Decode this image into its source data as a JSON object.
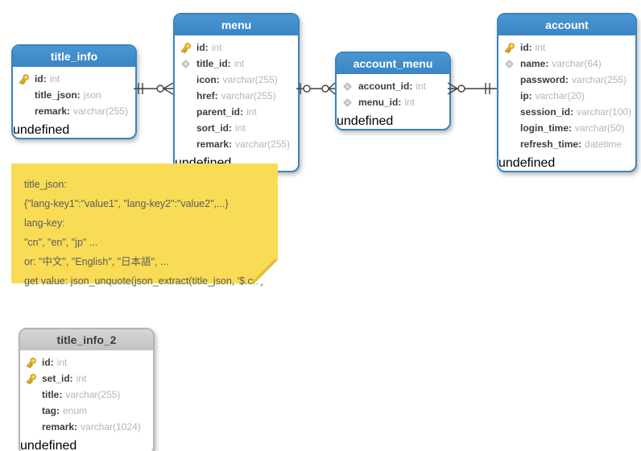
{
  "colors": {
    "table_header_blue": "#3d8ac6",
    "table_border_blue": "#3a84bf",
    "table_header_gray": "#c9c9c9",
    "table_border_gray": "#b5b5b5",
    "note_yellow": "#f8dc55",
    "key_icon_gold": "#f4c733",
    "field_type_gray": "#b4b4b4"
  },
  "tables": [
    {
      "id": "title_info",
      "title": "title_info",
      "style": "blue",
      "columns": [
        {
          "icon": "key",
          "name": "id",
          "type": "int"
        },
        {
          "icon": "none",
          "name": "title_json",
          "type": "json"
        },
        {
          "icon": "none",
          "name": "remark",
          "type": "varchar(255)"
        }
      ]
    },
    {
      "id": "menu",
      "title": "menu",
      "style": "blue",
      "columns": [
        {
          "icon": "key",
          "name": "id",
          "type": "int"
        },
        {
          "icon": "diamond",
          "name": "title_id",
          "type": "int"
        },
        {
          "icon": "none",
          "name": "icon",
          "type": "varchar(255)"
        },
        {
          "icon": "none",
          "name": "href",
          "type": "varchar(255)"
        },
        {
          "icon": "none",
          "name": "parent_id",
          "type": "int"
        },
        {
          "icon": "none",
          "name": "sort_id",
          "type": "int"
        },
        {
          "icon": "none",
          "name": "remark",
          "type": "varchar(255)"
        }
      ]
    },
    {
      "id": "account_menu",
      "title": "account_menu",
      "style": "blue",
      "columns": [
        {
          "icon": "diamond",
          "name": "account_id",
          "type": "int"
        },
        {
          "icon": "diamond",
          "name": "menu_id",
          "type": "int"
        }
      ]
    },
    {
      "id": "account",
      "title": "account",
      "style": "blue",
      "columns": [
        {
          "icon": "key",
          "name": "id",
          "type": "int"
        },
        {
          "icon": "diamond",
          "name": "name",
          "type": "varchar(64)"
        },
        {
          "icon": "none",
          "name": "password",
          "type": "varchar(255)"
        },
        {
          "icon": "none",
          "name": "ip",
          "type": "varchar(20)"
        },
        {
          "icon": "none",
          "name": "session_id",
          "type": "varchar(100)"
        },
        {
          "icon": "none",
          "name": "login_time",
          "type": "varchar(50)"
        },
        {
          "icon": "none",
          "name": "refresh_time",
          "type": "datetime"
        }
      ]
    },
    {
      "id": "title_info_2",
      "title": "title_info_2",
      "style": "gray",
      "columns": [
        {
          "icon": "key",
          "name": "id",
          "type": "int"
        },
        {
          "icon": "key",
          "name": "set_id",
          "type": "int"
        },
        {
          "icon": "none",
          "name": "title",
          "type": "varchar(255)"
        },
        {
          "icon": "none",
          "name": "tag",
          "type": "enum"
        },
        {
          "icon": "none",
          "name": "remark",
          "type": "varchar(1024)"
        }
      ]
    }
  ],
  "note": {
    "lines": [
      "title_json:",
      "{\"lang-key1\":\"value1\", \"lang-key2\":\"value2\",...}",
      "lang-key:",
      "\"cn\", \"en\", \"jp\" ...",
      "or: \"中文\", \"English\", \"日本語\", ...",
      "get value: json_unquote(json_extract(title_json, '$.cn')"
    ]
  },
  "connectors": [
    {
      "from": "title_info",
      "to": "menu",
      "from_cardinality": "exactly-one",
      "to_cardinality": "zero-or-many"
    },
    {
      "from": "menu",
      "to": "account_menu",
      "from_cardinality": "one-optional",
      "to_cardinality": "zero-or-many"
    },
    {
      "from": "account_menu",
      "to": "account",
      "from_cardinality": "zero-or-many",
      "to_cardinality": "exactly-one"
    }
  ]
}
